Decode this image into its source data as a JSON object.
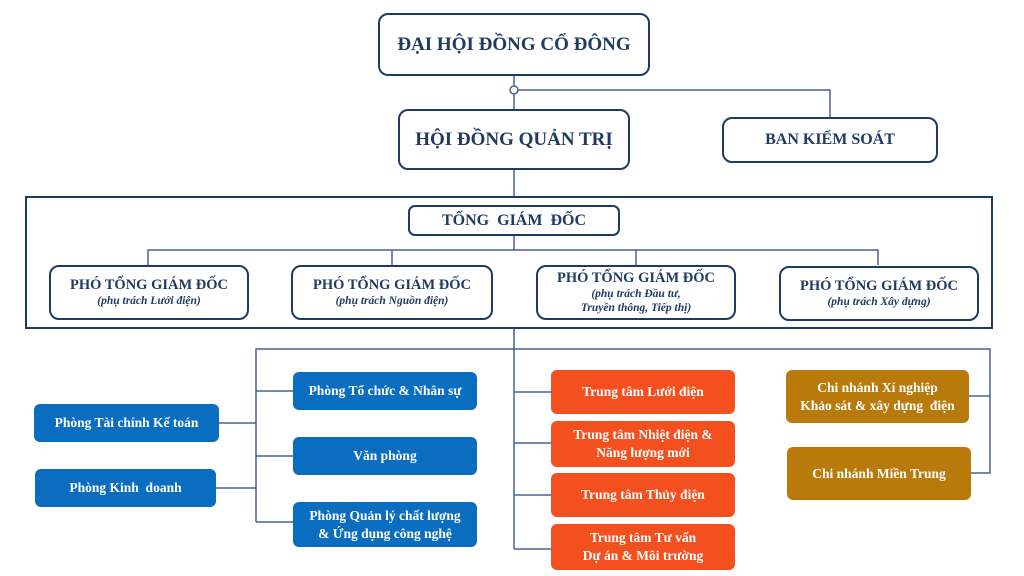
{
  "colors": {
    "outline": "#1f3a64",
    "connector": "#4a6191",
    "department": "#0b6dbf",
    "center": "#f4501f",
    "branch": "#b87a0a"
  },
  "top": {
    "shareholders": "ĐẠI HỘI ĐỒNG CỔ ĐÔNG",
    "board": "HỘI ĐỒNG QUẢN TRỊ",
    "supervisory": "BAN KIỂM SOÁT"
  },
  "executive": {
    "ceo": "TỔNG  GIÁM  ĐỐC",
    "deputies": [
      {
        "title": "PHÓ TỔNG GIÁM ĐỐC",
        "scope": "(phụ trách Lưới điện)"
      },
      {
        "title": "PHÓ TỔNG GIÁM ĐỐC",
        "scope": "(phụ trách Nguồn điện)"
      },
      {
        "title": "PHÓ TỔNG GIÁM ĐỐC",
        "scope": "(phụ trách Đầu tư,",
        "scope2": "Truyền thông, Tiếp thị)"
      },
      {
        "title": "PHÓ TỔNG GIÁM ĐỐC",
        "scope": "(phụ trách Xây dựng)"
      }
    ]
  },
  "departments": {
    "left": [
      "Phòng Tài chính Kế toán",
      "Phòng Kinh  doanh"
    ],
    "middle": [
      {
        "l1": "Phòng Tổ chức & Nhân sự"
      },
      {
        "l1": "Văn phòng"
      },
      {
        "l1": "Phòng Quản lý chất lượng",
        "l2": "& Ứng dụng công nghệ"
      }
    ]
  },
  "centers": [
    {
      "l1": "Trung tâm Lưới điện"
    },
    {
      "l1": "Trung tâm Nhiệt điện &",
      "l2": "Năng lượng mới"
    },
    {
      "l1": "Trung tâm Thủy điện"
    },
    {
      "l1": "Trung tâm Tư vấn",
      "l2": "Dự án & Môi trường"
    }
  ],
  "branches": [
    {
      "l1": "Chi nhánh Xí nghiệp",
      "l2": "Khảo sát & xây dựng  điện"
    },
    {
      "l1": "Chi nhánh Miền Trung"
    }
  ]
}
